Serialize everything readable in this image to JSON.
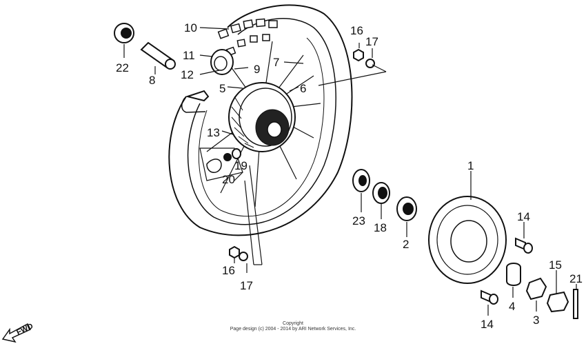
{
  "callouts": {
    "c1": "1",
    "c2": "2",
    "c3": "3",
    "c4": "4",
    "c5": "5",
    "c6": "6",
    "c7": "7",
    "c8": "8",
    "c9": "9",
    "c10": "10",
    "c11": "11",
    "c12": "12",
    "c13": "13",
    "c14a": "14",
    "c14b": "14",
    "c15": "15",
    "c16a": "16",
    "c16b": "16",
    "c17a": "17",
    "c17b": "17",
    "c18": "18",
    "c19": "19",
    "c20": "20",
    "c21": "21",
    "c22": "22",
    "c23": "23"
  },
  "direction": {
    "label": "FWD"
  },
  "footer": {
    "copyright_line1": "Copyright",
    "copyright_line2": "Page design (c) 2004 - 2014 by ARI Network Services, Inc."
  },
  "colors": {
    "ink": "#111111",
    "background": "#ffffff"
  }
}
